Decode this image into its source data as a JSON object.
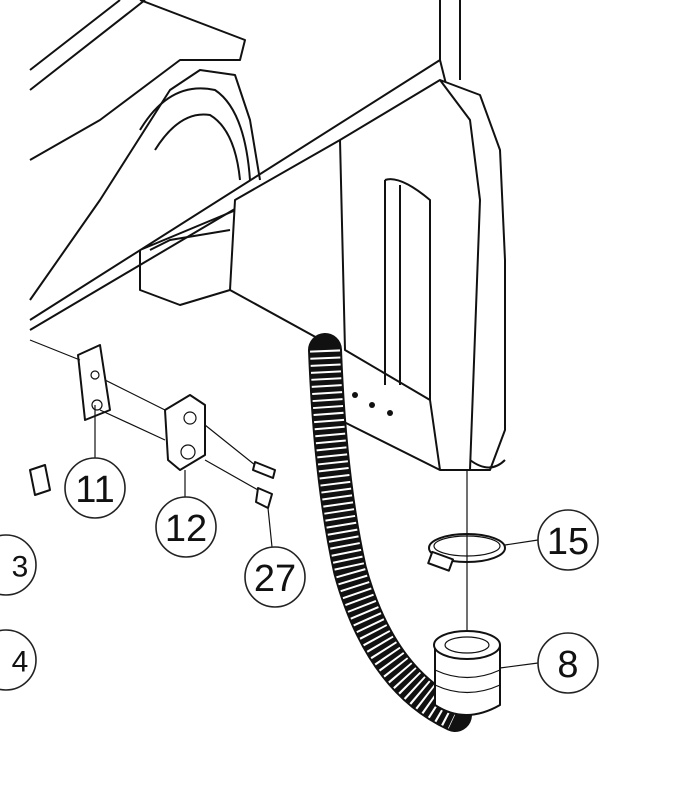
{
  "diagram": {
    "callouts": [
      {
        "id": "11",
        "label": "11"
      },
      {
        "id": "12",
        "label": "12"
      },
      {
        "id": "27",
        "label": "27"
      },
      {
        "id": "15",
        "label": "15"
      },
      {
        "id": "8",
        "label": "8"
      },
      {
        "id": "partial-3",
        "label": "3"
      },
      {
        "id": "partial-4",
        "label": "4"
      }
    ]
  }
}
